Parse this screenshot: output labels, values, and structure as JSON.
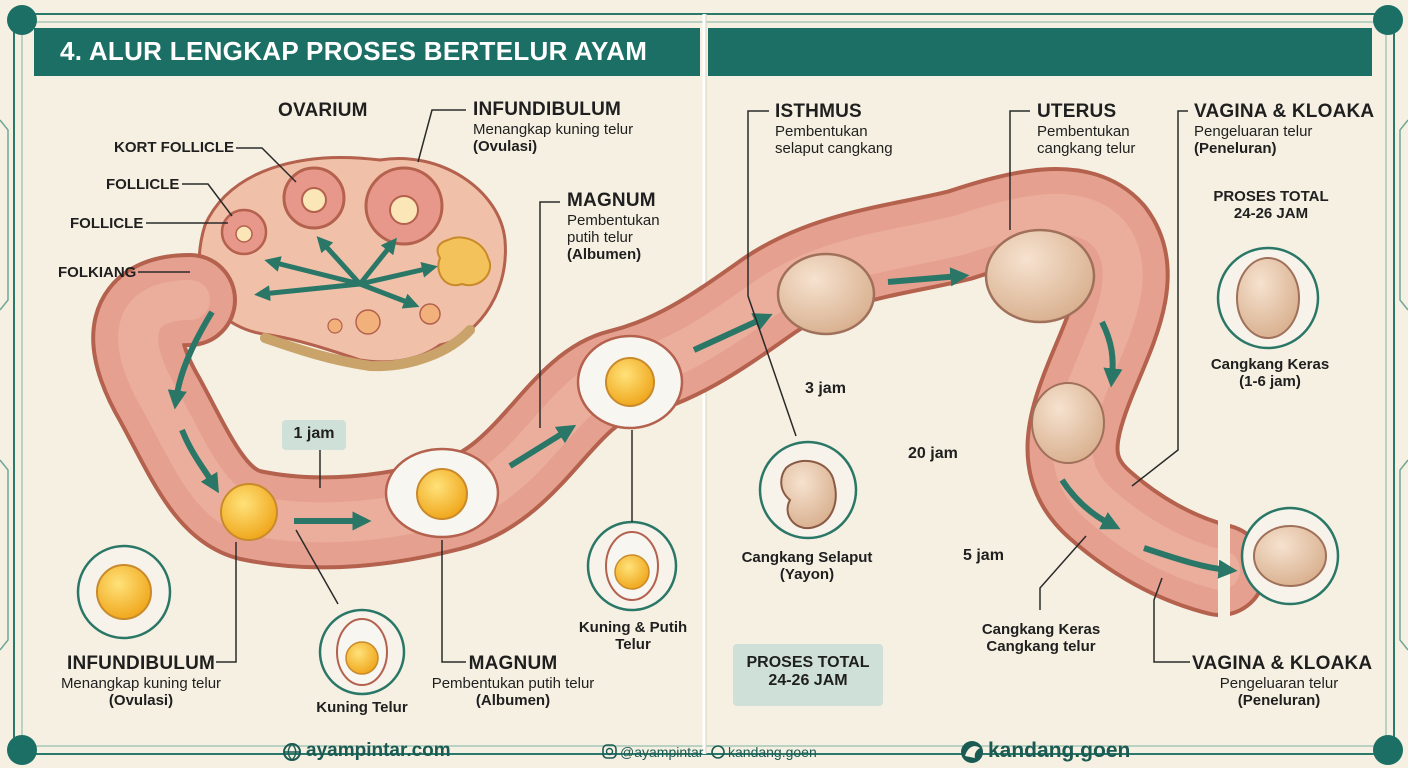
{
  "title": "4. ALUR LENGKAP PROSES BERTELUR AYAM",
  "ovary": {
    "name": "OVARIUM",
    "kort_follicle": "KORT FOLLICLE",
    "follicle_1": "FOLLICLE",
    "follicle_2": "FOLLICLE",
    "folkiang": "FOLKIANG"
  },
  "infundibulum_top": {
    "name": "INFUNDIBULUM",
    "desc": "Menangkap kuning telur",
    "term": "(Ovulasi)"
  },
  "magnum_top": {
    "name": "MAGNUM",
    "desc1": "Pembentukan",
    "desc2": "putih telur",
    "term": "(Albumen)"
  },
  "isthmus": {
    "name": "ISTHMUS",
    "desc1": "Pembentukan",
    "desc2": "selaput cangkang"
  },
  "uterus": {
    "name": "UTERUS",
    "desc1": "Pembentukan",
    "desc2": "cangkang telur"
  },
  "vagina_top": {
    "name": "VAGINA & KLOAKA",
    "desc": "Pengeluaran telur",
    "term": "(Peneluran)"
  },
  "total_right": {
    "line1": "PROSES TOTAL",
    "line2": "24-26 JAM"
  },
  "hard_shell_right": {
    "line1": "Cangkang Keras",
    "line2": "(1-6 jam)"
  },
  "times": {
    "t1": "1 jam",
    "t3": "3 jam",
    "t20": "20 jam",
    "t5": "5 jam"
  },
  "membrane_shell": {
    "line1": "Cangkang Selaput",
    "line2": "(Yayon)"
  },
  "yolk_white": {
    "line1": "Kuning & Putih",
    "line2": "Telur"
  },
  "yolk": "Kuning Telur",
  "infundibulum_bottom": {
    "name": "INFUNDIBULUM",
    "desc": "Menangkap kuning telur",
    "term": "(Ovulasi)"
  },
  "magnum_bottom": {
    "name": "MAGNUM",
    "desc": "Pembentukan putih telur",
    "term": "(Albumen)"
  },
  "total_bottom": {
    "line1": "PROSES TOTAL",
    "line2": "24-26 JAM"
  },
  "hard_shell_bottom": {
    "line1": "Cangkang Keras",
    "line2": "Cangkang telur"
  },
  "vagina_bottom": {
    "name": "VAGINA & KLOAKA",
    "desc": "Pengeluaran telur",
    "term": "(Peneluran)"
  },
  "footer": {
    "site": "ayampintar.com",
    "instagram": "@ayampintar",
    "kandang_small": "kandang.goen",
    "kandang_big": "kandang.goen"
  },
  "colors": {
    "teal": "#1b6f64",
    "oviduct": "#e6a08f",
    "oviduct_dark": "#b4614e",
    "yolk": "#f5b52e",
    "shell": "#e6c8ad",
    "paper": "#f5f0e2"
  }
}
